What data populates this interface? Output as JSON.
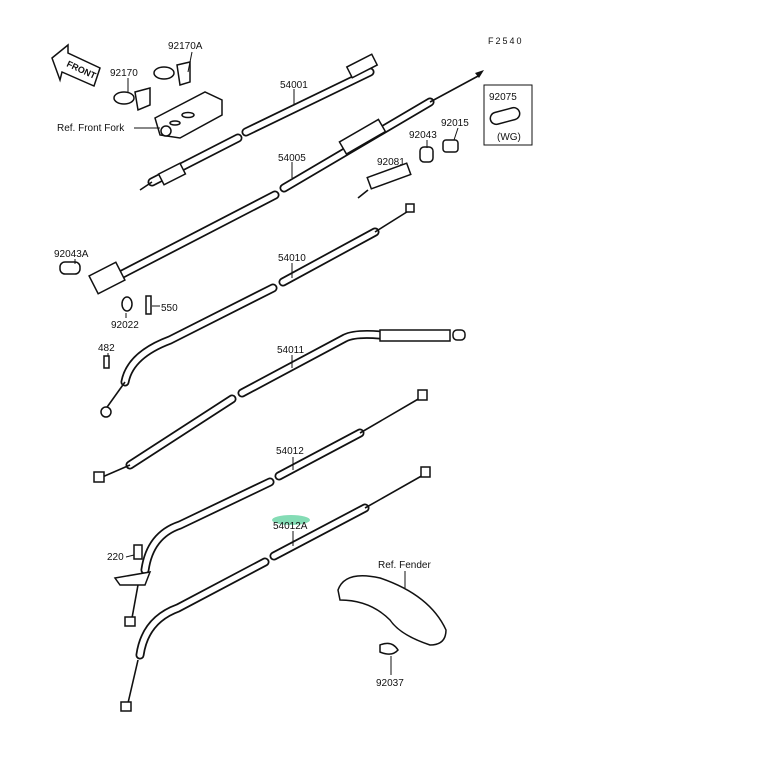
{
  "diagram": {
    "figure_code": "F2540",
    "front_arrow_label": "FRONT",
    "highlight_color": "#6fd6a8",
    "labels": {
      "p92170A": "92170A",
      "p92170": "92170",
      "ref_front_fork": "Ref. Front Fork",
      "p54001": "54001",
      "p54005": "54005",
      "p92043": "92043",
      "p92015": "92015",
      "p92081": "92081",
      "p92075": "92075",
      "wg": "(WG)",
      "p92043A": "92043A",
      "p54010": "54010",
      "p92022": "92022",
      "p550": "550",
      "p482": "482",
      "p54011": "54011",
      "p54012": "54012",
      "p54012A": "54012A",
      "p220": "220",
      "ref_fender": "Ref. Fender",
      "p92037": "92037"
    }
  }
}
